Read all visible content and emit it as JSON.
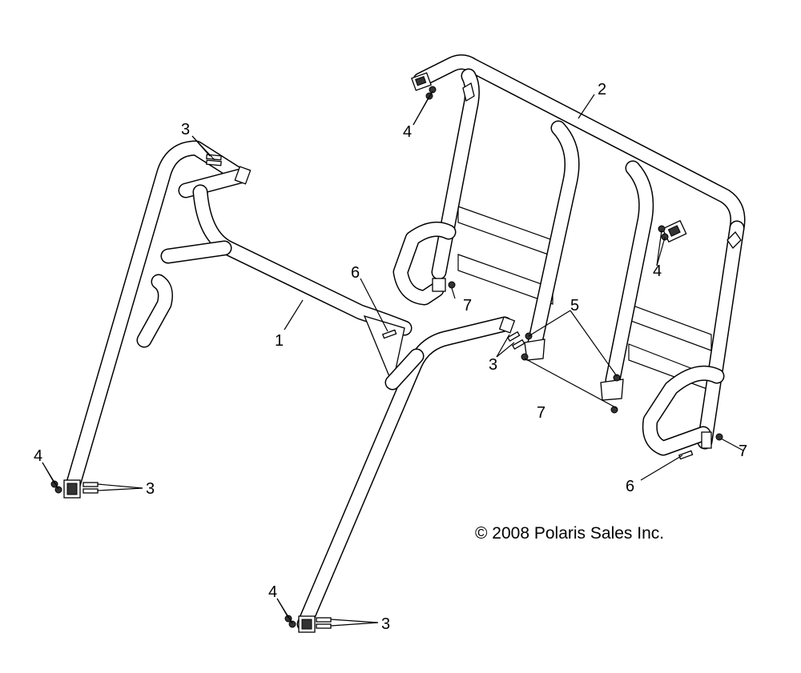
{
  "callouts": {
    "c1": "1",
    "c2": "2",
    "c3a": "3",
    "c3b": "3",
    "c3c": "3",
    "c3d": "3",
    "c4a": "4",
    "c4b": "4",
    "c4c": "4",
    "c4d": "4",
    "c5": "5",
    "c6a": "6",
    "c6b": "6",
    "c7a": "7",
    "c7b": "7",
    "c7c": "7"
  },
  "copyright": "© 2008 Polaris Sales Inc."
}
